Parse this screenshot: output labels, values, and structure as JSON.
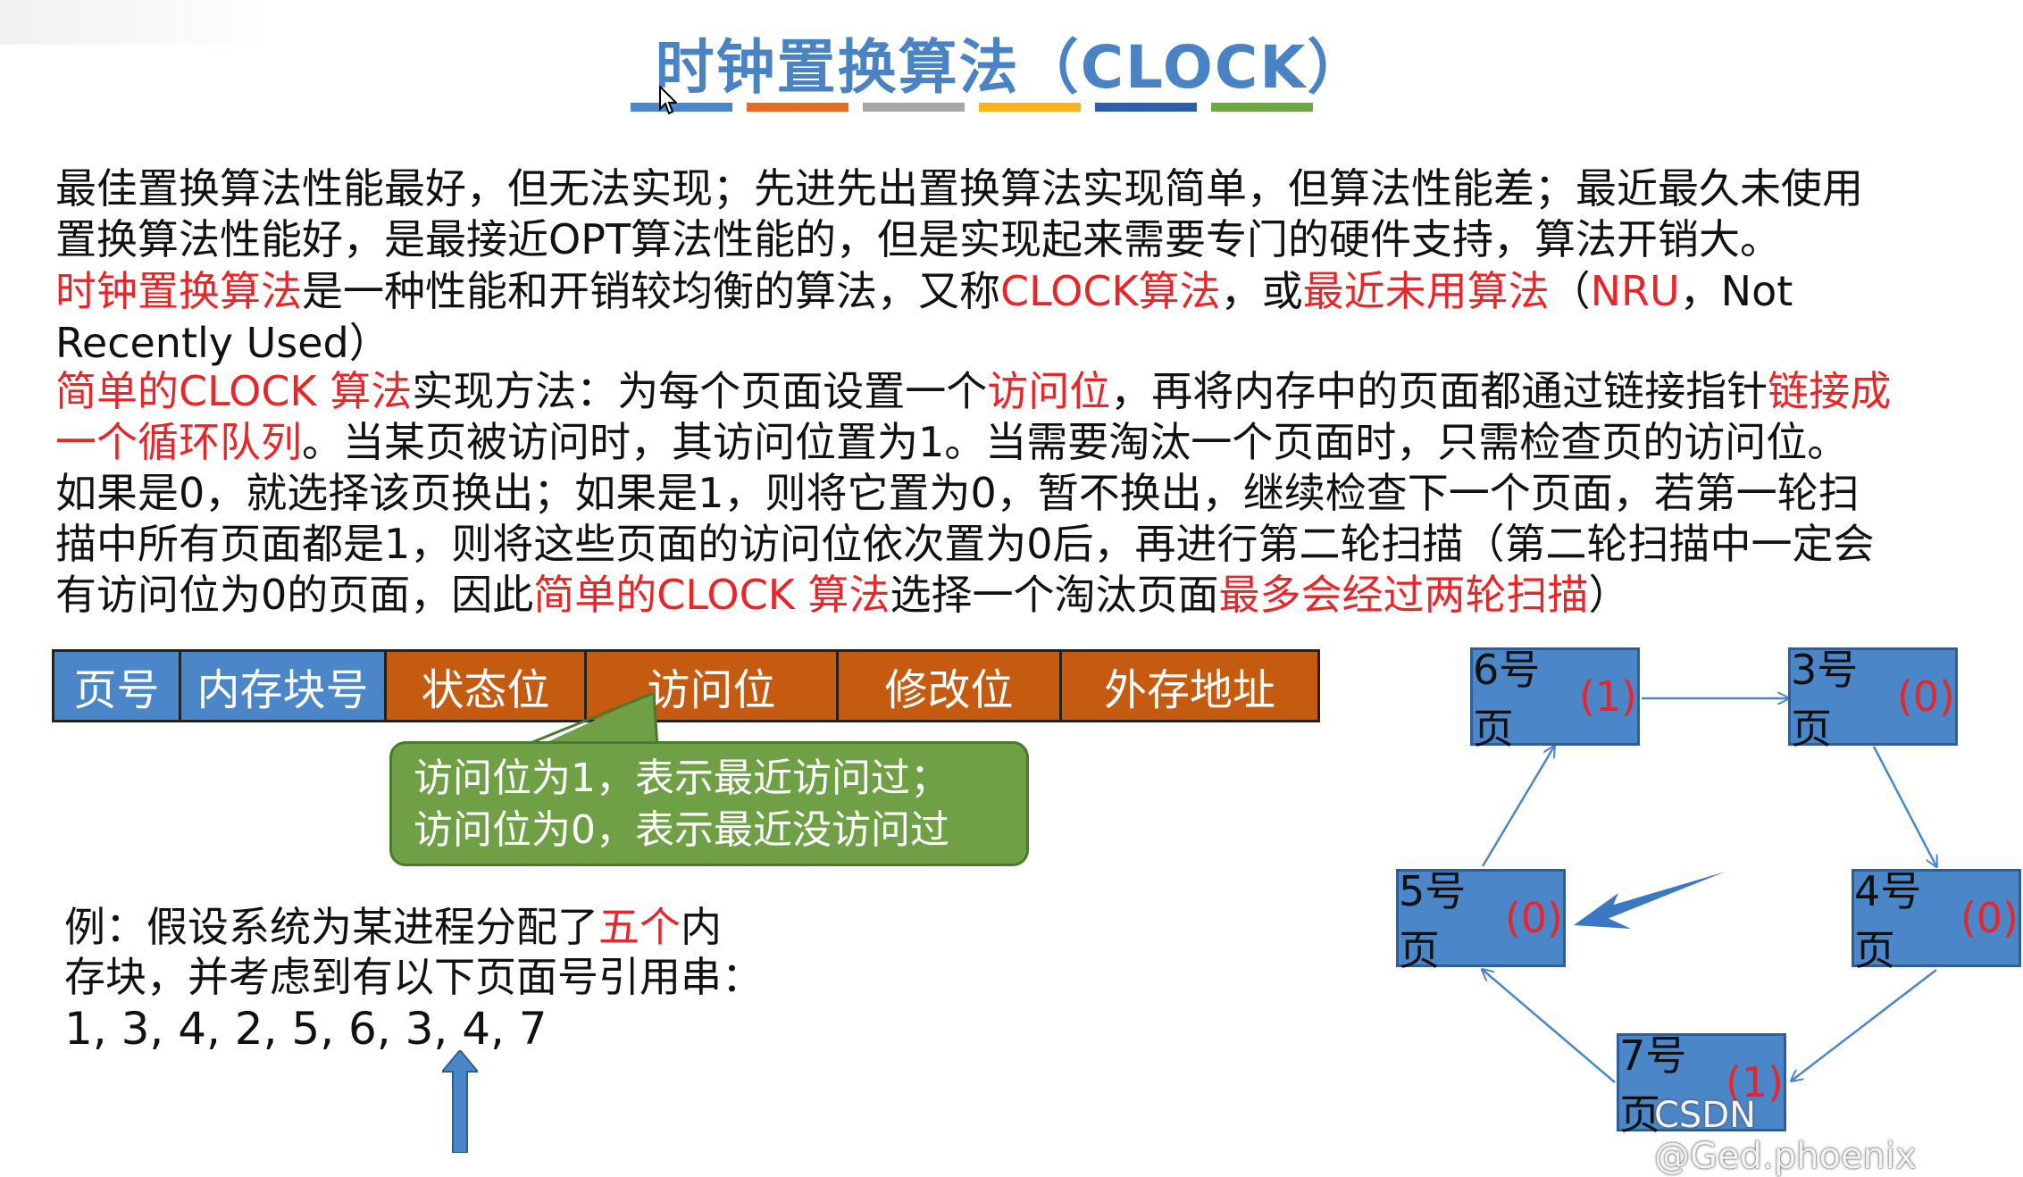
{
  "title": "时钟置换算法（CLOCK）",
  "title_bar_colors": [
    "#4a86c8",
    "#e46c24",
    "#a5a5a5",
    "#f9b31d",
    "#2e5fa8",
    "#6fa842"
  ],
  "paragraph1": {
    "line1": "最佳置换算法性能最好，但无法实现；先进先出置换算法实现简单，但算法性能差；最近最久未使用",
    "line2": "置换算法性能好，是最接近OPT算法性能的，但是实现起来需要专门的硬件支持，算法开销大。"
  },
  "paragraph2": {
    "seg1": "时钟置换算法",
    "seg2": "是一种性能和开销较均衡的算法，又称",
    "seg3": "CLOCK算法",
    "seg4": "，或",
    "seg5": "最近未用算法",
    "seg6": "（",
    "seg7": "NRU",
    "seg8": "，Not",
    "line2": "Recently Used）"
  },
  "paragraph3": {
    "l1a": "简单的CLOCK 算法",
    "l1b": "实现方法：为每个页面设置一个",
    "l1c": "访问位",
    "l1d": "，再将内存中的页面都通过链接指针",
    "l1e": "链接成",
    "l2a": "一个循环队列",
    "l2b": "。当某页被访问时，其访问位置为1。当需要淘汰一个页面时，只需检查页的访问位。",
    "l3": "如果是0，就选择该页换出；如果是1，则将它置为0，暂不换出，继续检查下一个页面，若第一轮扫",
    "l4": "描中所有页面都是1，则将这些页面的访问位依次置为0后，再进行第二轮扫描（第二轮扫描中一定会",
    "l5a": "有访问位为0的页面，因此",
    "l5b": "简单的CLOCK 算法",
    "l5c": "选择一个淘汰页面",
    "l5d": "最多会经过两轮扫描",
    "l5e": "）"
  },
  "page_table_header": [
    {
      "label": "页号",
      "color": "blue"
    },
    {
      "label": "内存块号",
      "color": "blue"
    },
    {
      "label": "状态位",
      "color": "brown"
    },
    {
      "label": "访问位",
      "color": "brown"
    },
    {
      "label": "修改位",
      "color": "brown"
    },
    {
      "label": "外存地址",
      "color": "brown"
    }
  ],
  "callout": {
    "line1": "访问位为1，表示最近访问过；",
    "line2": "访问位为0，表示最近没访问过"
  },
  "example": {
    "line1a": "例：假设系统为某进程分配了",
    "line1b": "五个",
    "line1c": "内",
    "line2": "存块，并考虑到有以下页面号引用串：",
    "sequence": "1, 3, 4, 2, 5, 6, 3, 4, 7"
  },
  "clock_pages": [
    {
      "label": "6号页",
      "bit": "(1)"
    },
    {
      "label": "3号页",
      "bit": "(0)"
    },
    {
      "label": "4号页",
      "bit": "(0)"
    },
    {
      "label": "7号页",
      "bit": "(1)"
    },
    {
      "label": "5号页",
      "bit": "(0)"
    }
  ],
  "watermark": "CSDN @Ged.phoenix"
}
